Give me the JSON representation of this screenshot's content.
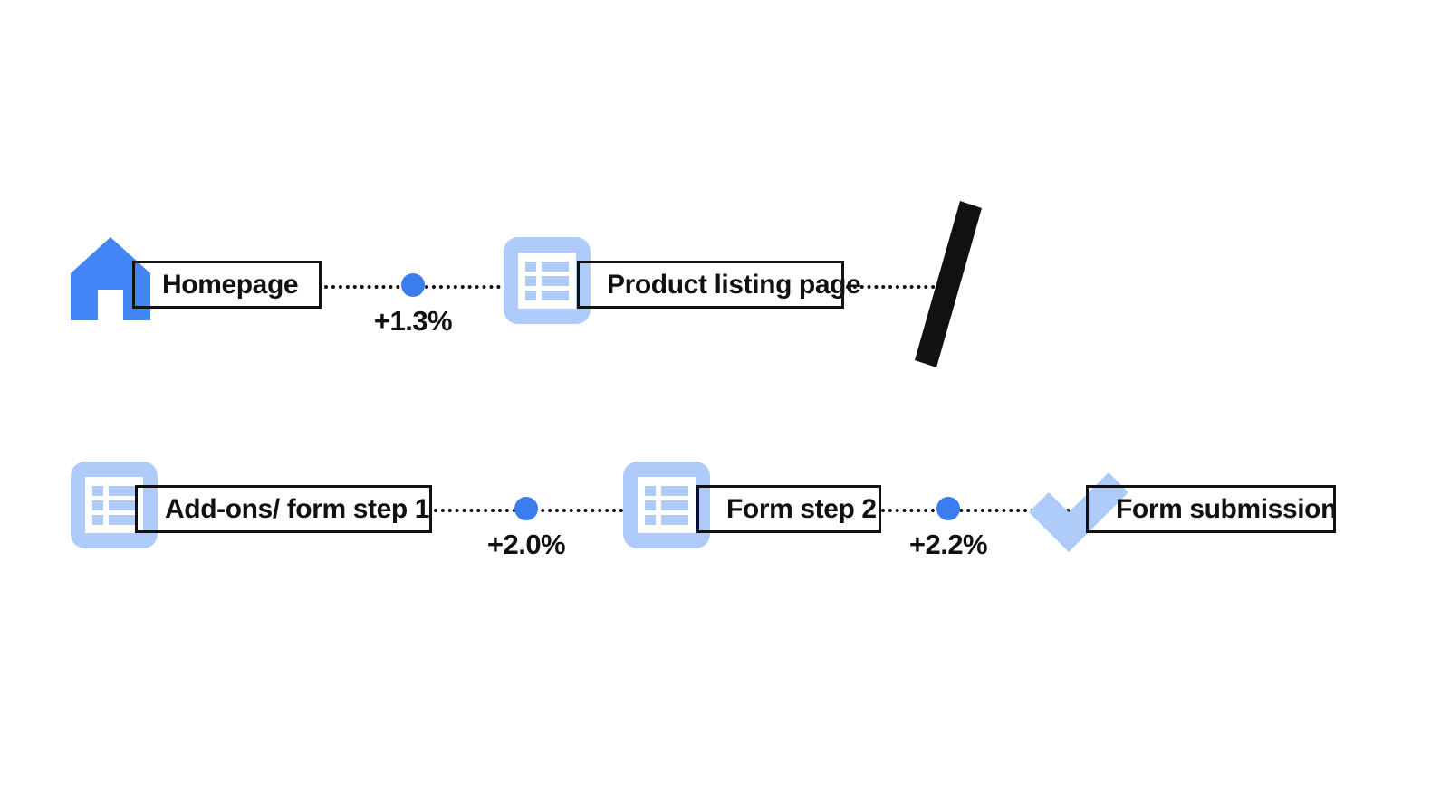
{
  "diagram": {
    "type": "funnel-flow",
    "title": "",
    "colors": {
      "icon_primary": "#4285F4",
      "icon_secondary": "#AECBFA",
      "dot": "#3B7DEC",
      "line": "#111111",
      "text": "#111111",
      "background": "#FFFFFF"
    }
  },
  "rows": [
    {
      "id": "row-1",
      "nodes": [
        {
          "id": "homepage",
          "label": "Homepage",
          "icon": "house-icon"
        },
        {
          "id": "product-listing-page",
          "label": "Product listing page",
          "icon": "list-page-icon"
        }
      ],
      "connectors": [
        {
          "id": "conn-homepage-plp",
          "delta": "+1.3%"
        }
      ],
      "terminator": {
        "id": "row-break-slash",
        "icon": "diagonal-slash-icon"
      }
    },
    {
      "id": "row-2",
      "nodes": [
        {
          "id": "add-ons-form-step-1",
          "label": "Add-ons/ form step 1",
          "icon": "list-page-icon"
        },
        {
          "id": "form-step-2",
          "label": "Form step 2",
          "icon": "list-page-icon"
        },
        {
          "id": "form-submission",
          "label": "Form submission",
          "icon": "checkmark-icon"
        }
      ],
      "connectors": [
        {
          "id": "conn-addons-formstep2",
          "delta": "+2.0%"
        },
        {
          "id": "conn-formstep2-submission",
          "delta": "+2.2%"
        }
      ]
    }
  ],
  "chart_data": {
    "type": "funnel",
    "title": "",
    "steps": [
      "Homepage",
      "Product listing page",
      "Add-ons/ form step 1",
      "Form step 2",
      "Form submission"
    ],
    "transitions": [
      {
        "from": "Homepage",
        "to": "Product listing page",
        "delta": "+1.3%",
        "value": 1.3
      },
      {
        "from": "Add-ons/ form step 1",
        "to": "Form step 2",
        "delta": "+2.0%",
        "value": 2.0
      },
      {
        "from": "Form step 2",
        "to": "Form submission",
        "delta": "+2.2%",
        "value": 2.2
      }
    ],
    "unit": "percent",
    "xlabel": "",
    "ylabel": ""
  }
}
